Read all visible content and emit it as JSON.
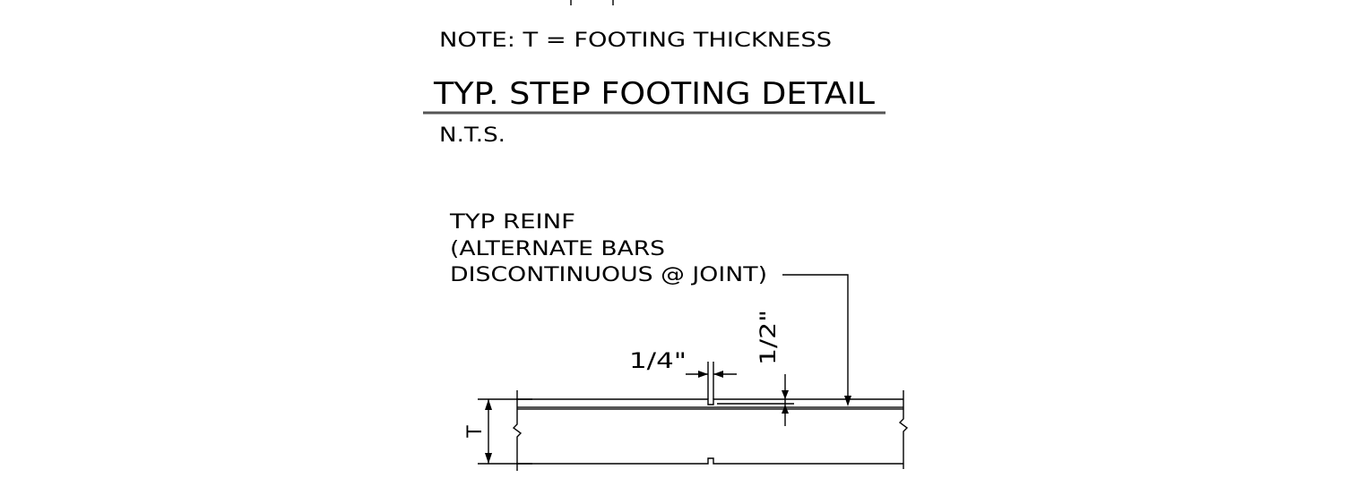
{
  "upper_detail": {
    "note": "NOTE:  T  =  FOOTING  THICKNESS",
    "title": "TYP.  STEP  FOOTING  DETAIL",
    "scale": "N.T.S."
  },
  "lower_detail": {
    "reinf_callout": [
      "TYP  REINF",
      "(ALTERNATE  BARS",
      "DISCONTINUOUS  @  JOINT)"
    ],
    "dim_joint_width": "1/4\"",
    "dim_joint_depth": "1/2\"",
    "dim_thickness": "T"
  },
  "colors": {
    "line": "#000000",
    "heavy_line": "#555555",
    "background": "#ffffff"
  }
}
